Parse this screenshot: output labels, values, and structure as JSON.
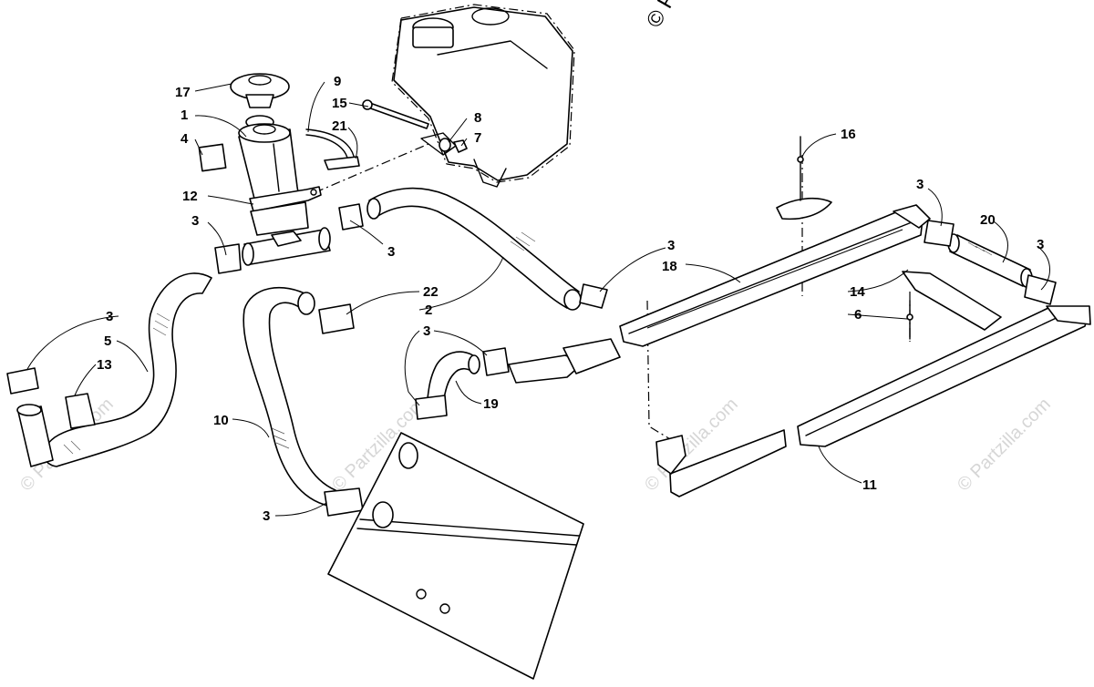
{
  "watermarks": {
    "brand": "© Partzilla.com",
    "corner": "© P"
  },
  "callouts": {
    "c1": "1",
    "c2": "2",
    "c3a": "3",
    "c3b": "3",
    "c3c": "3",
    "c3d": "3",
    "c3e": "3",
    "c3f": "3",
    "c3g": "3",
    "c3h": "3",
    "c4": "4",
    "c5": "5",
    "c6": "6",
    "c7": "7",
    "c8": "8",
    "c9": "9",
    "c10": "10",
    "c11": "11",
    "c12": "12",
    "c13": "13",
    "c14": "14",
    "c15": "15",
    "c16": "16",
    "c17": "17",
    "c18": "18",
    "c19": "19",
    "c20": "20",
    "c21": "21",
    "c22": "22"
  }
}
